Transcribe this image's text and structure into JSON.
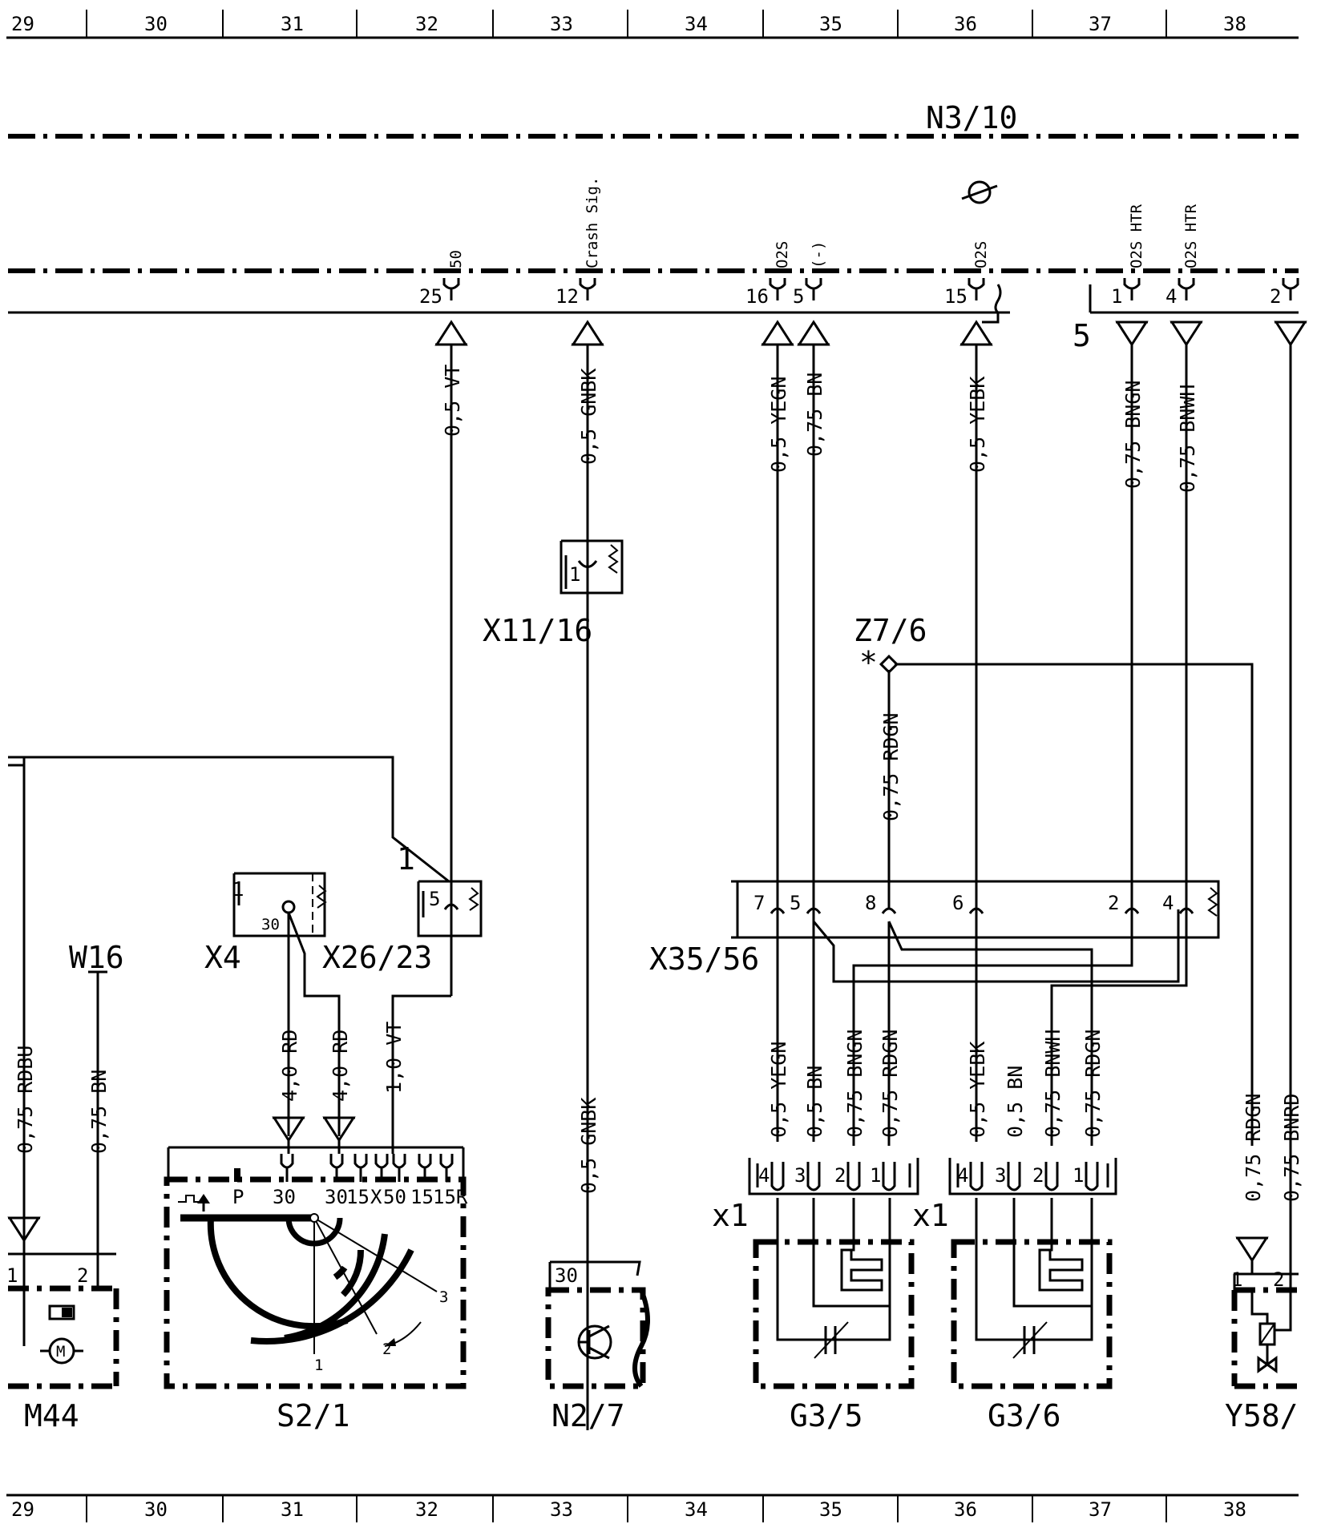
{
  "grid": {
    "columns": [
      "29",
      "30",
      "31",
      "32",
      "33",
      "34",
      "35",
      "36",
      "37",
      "38"
    ]
  },
  "module": {
    "name": "N3/10",
    "pins": [
      {
        "pin": "25",
        "signal": "50"
      },
      {
        "pin": "12",
        "signal": "Crash Sig."
      },
      {
        "pin": "16",
        "signal": "O2S"
      },
      {
        "pin": "5",
        "signal": "(-)"
      },
      {
        "pin": "15",
        "signal": "O2S"
      },
      {
        "pin": "1",
        "signal": "O2S HTR"
      },
      {
        "pin": "4",
        "signal": "O2S HTR"
      },
      {
        "pin": "2",
        "signal": ""
      }
    ],
    "ground_label": "5"
  },
  "wires_upper": [
    {
      "size": "0,5",
      "color": "VT"
    },
    {
      "size": "0,5",
      "color": "GNBK"
    },
    {
      "size": "0,5",
      "color": "YEGN"
    },
    {
      "size": "0,75",
      "color": "BN"
    },
    {
      "size": "0,5",
      "color": "YEBK"
    },
    {
      "size": "0,75",
      "color": "BNGN"
    },
    {
      "size": "0,75",
      "color": "BNWH"
    },
    {
      "size": "0,75",
      "color": "RDGN"
    }
  ],
  "connectors": {
    "x11_16": {
      "name": "X11/16",
      "pin": "1"
    },
    "z7_6": {
      "name": "Z7/6"
    },
    "x4": {
      "name": "X4",
      "pin_a": "1",
      "pin_b": "30"
    },
    "x26_23": {
      "name": "X26/23",
      "pin": "5",
      "pin_label": "1"
    },
    "x35_56": {
      "name": "X35/56",
      "pins": [
        "7",
        "5",
        "8",
        "6",
        "2",
        "4"
      ]
    },
    "w16": {
      "name": "W16"
    }
  },
  "wires_lower": [
    {
      "size": "0,75",
      "color": "RDBU"
    },
    {
      "size": "0,75",
      "color": "BN"
    },
    {
      "size": "4,0",
      "color": "RD"
    },
    {
      "size": "4,0",
      "color": "RD"
    },
    {
      "size": "1,0",
      "color": "VT"
    },
    {
      "size": "0,5",
      "color": "GNBK"
    },
    {
      "size": "0,5",
      "color": "YEGN"
    },
    {
      "size": "0,5",
      "color": "BN"
    },
    {
      "size": "0,75",
      "color": "BNGN"
    },
    {
      "size": "0,75",
      "color": "RDGN"
    },
    {
      "size": "0,5",
      "color": "YEBK"
    },
    {
      "size": "0,5",
      "color": "BN"
    },
    {
      "size": "0,75",
      "color": "BNWH"
    },
    {
      "size": "0,75",
      "color": "RDGN"
    },
    {
      "size": "0,75",
      "color": "RDGN"
    },
    {
      "size": "0,75",
      "color": "BNRD"
    }
  ],
  "components": [
    {
      "name": "M44"
    },
    {
      "name": "S2/1",
      "terminals": [
        "P",
        "30",
        "30",
        "15",
        "X",
        "50",
        "15",
        "15R"
      ],
      "positions": [
        "1",
        "2",
        "3"
      ]
    },
    {
      "name": "N2/7",
      "pin": "30"
    },
    {
      "name": "G3/5",
      "pins": [
        "4",
        "3",
        "2",
        "1"
      ],
      "connector": "x1"
    },
    {
      "name": "G3/6",
      "pins": [
        "4",
        "3",
        "2",
        "1"
      ],
      "connector": "x1"
    },
    {
      "name": "Y58/"
    }
  ],
  "m44_pins": [
    "1",
    "2"
  ],
  "y58_pins": [
    "1",
    "2"
  ]
}
